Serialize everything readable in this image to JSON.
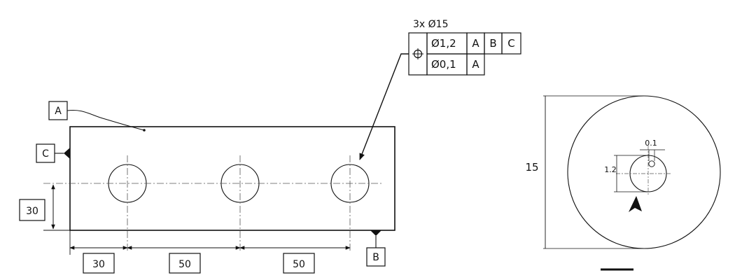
{
  "datum_labels": {
    "a": "A",
    "b": "B",
    "c": "C"
  },
  "feature_control_frame": {
    "count_label": "3x Ø15",
    "symbol_icon": "position-tolerance-icon",
    "rows": [
      {
        "tolerance": "Ø1,2",
        "datums": [
          "A",
          "B",
          "C"
        ]
      },
      {
        "tolerance": "Ø0,1",
        "datums": [
          "A"
        ]
      }
    ]
  },
  "dimensions": {
    "hole_height": "30",
    "edge_to_first_hole": "30",
    "hole_spacing_1": "50",
    "hole_spacing_2": "50"
  },
  "detail_view": {
    "diameter": "15",
    "inner_tolerance": "1.2",
    "offset": "0.1"
  },
  "colors": {
    "line": "#111111",
    "background": "#ffffff"
  }
}
